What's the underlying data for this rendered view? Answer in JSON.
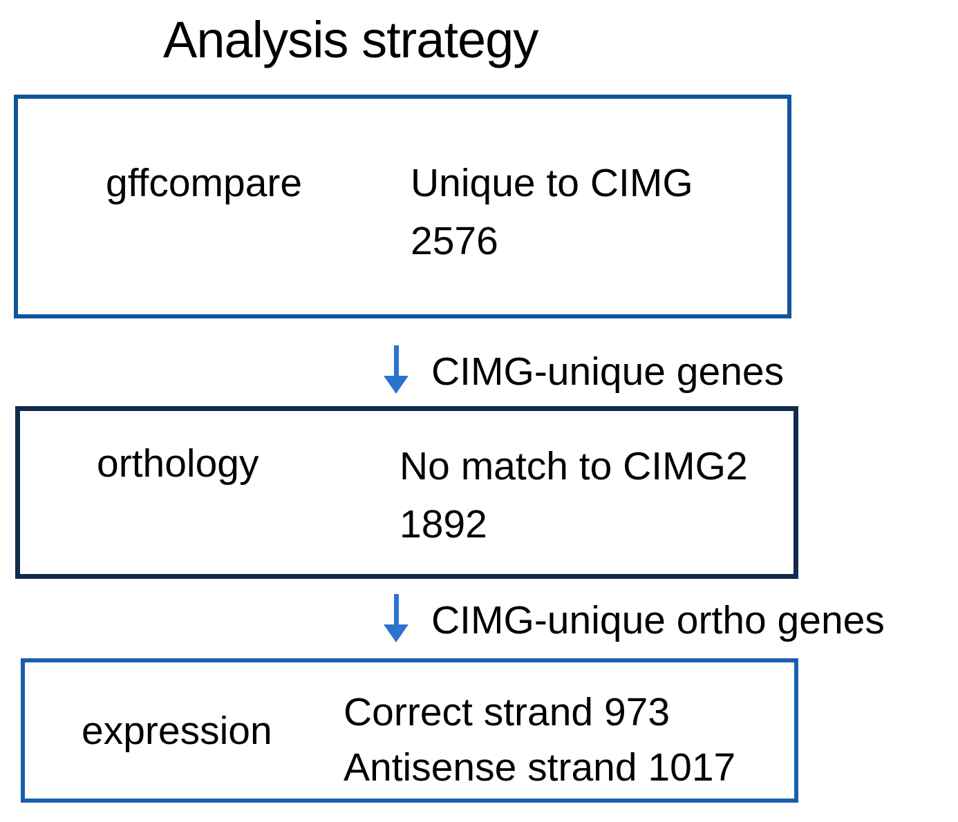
{
  "title": "Analysis strategy",
  "colors": {
    "box1_border": "#10549B",
    "box2_border": "#0F2B4D",
    "box3_border": "#1A5FAD",
    "arrow": "#2B74CE",
    "text": "#000000",
    "background": "#FFFFFF"
  },
  "flow": {
    "steps": [
      {
        "label": "gffcompare",
        "result_lines": [
          "Unique to CIMG",
          "2576"
        ]
      },
      {
        "label": "orthology",
        "result_lines": [
          "No match to CIMG2",
          "1892"
        ]
      },
      {
        "label": "expression",
        "result_lines": [
          "Correct strand 973",
          "Antisense strand 1017"
        ]
      }
    ],
    "connectors": [
      {
        "icon": "down-arrow-icon",
        "label": "CIMG-unique genes"
      },
      {
        "icon": "down-arrow-icon",
        "label": "CIMG-unique ortho genes"
      }
    ]
  }
}
